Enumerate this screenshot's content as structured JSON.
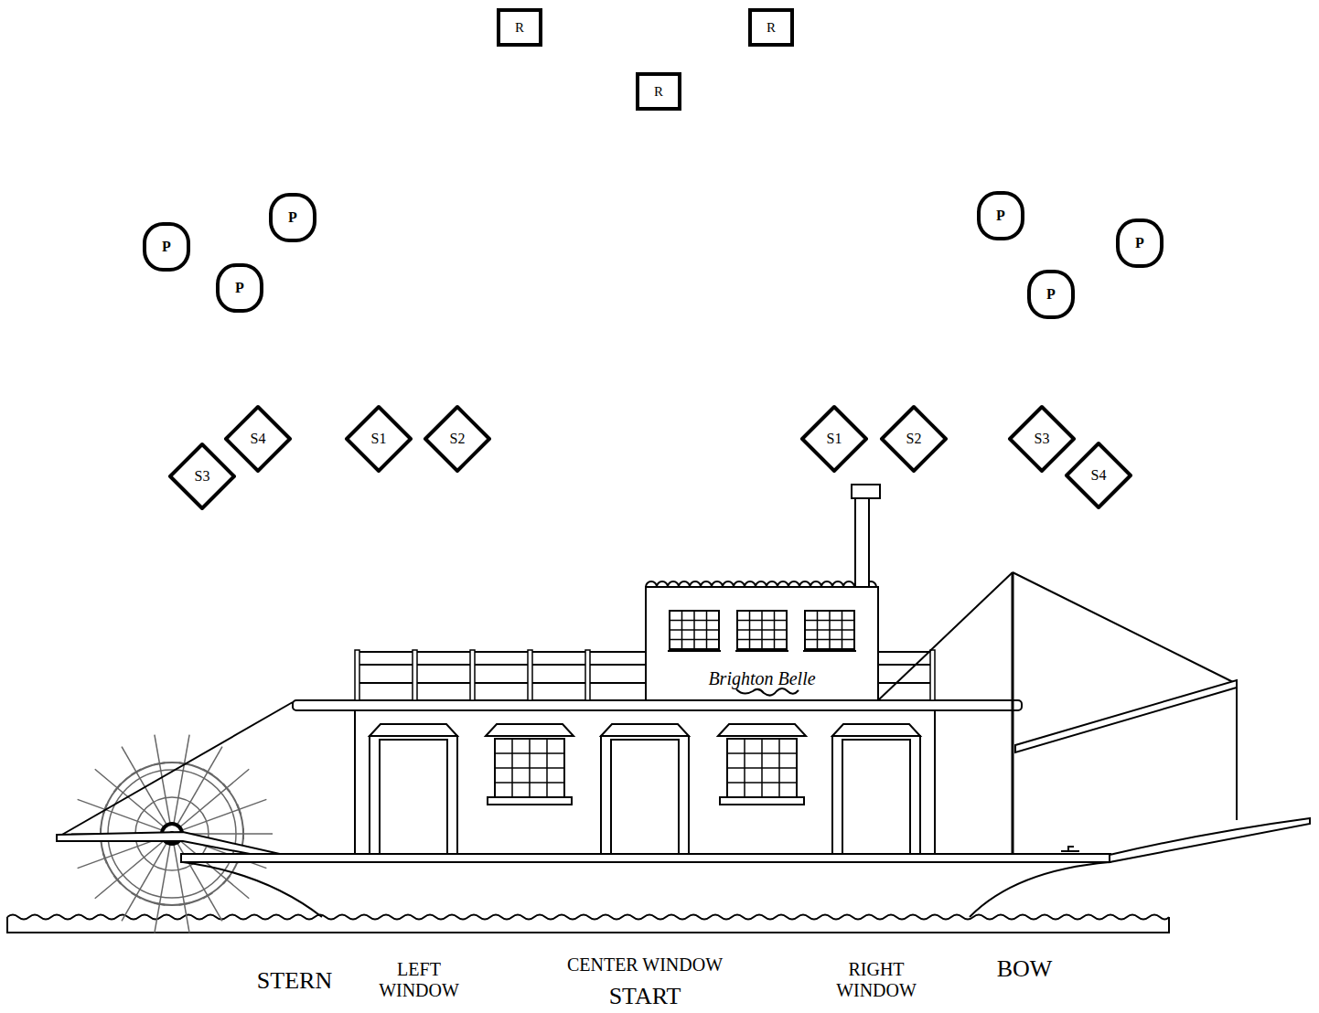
{
  "diagram": {
    "nodes": [
      {
        "text": [
          "R"
        ]
      },
      {
        "text": [
          "R"
        ]
      },
      {
        "text": [
          "R"
        ]
      },
      {
        "text": [
          "P"
        ]
      },
      {
        "text": [
          "P"
        ]
      },
      {
        "text": [
          "P"
        ]
      },
      {
        "text": [
          "P"
        ]
      },
      {
        "text": [
          "P"
        ]
      },
      {
        "text": [
          "P"
        ]
      },
      {
        "text": [
          "S4"
        ]
      },
      {
        "text": [
          "S1"
        ]
      },
      {
        "text": [
          "S2"
        ]
      },
      {
        "text": [
          "S1"
        ]
      },
      {
        "text": [
          "S2"
        ]
      },
      {
        "text": [
          "S3"
        ]
      },
      {
        "text": [
          "S3"
        ]
      },
      {
        "text": [
          "S4"
        ]
      }
    ],
    "labels": [
      "Brighton Belle",
      "STERN",
      "LEFT WINDOW",
      "CENTER WINDOW",
      "START",
      "RIGHT WINDOW",
      "BOW"
    ]
  }
}
